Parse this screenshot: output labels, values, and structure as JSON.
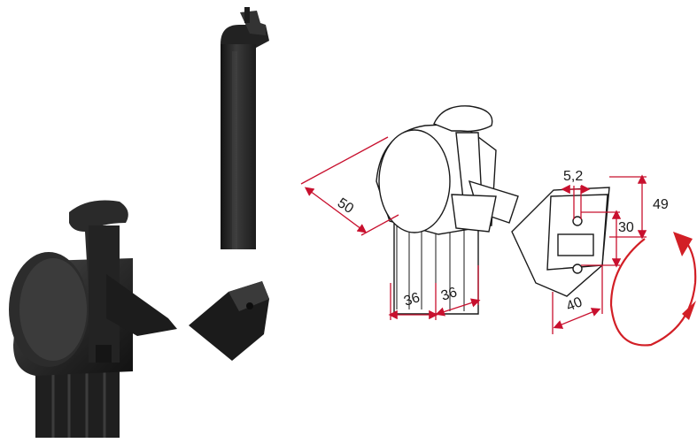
{
  "dimensions": {
    "depth": "50",
    "width_left": "36",
    "width_right": "36",
    "hole": "5,2",
    "hole_spacing": "30",
    "plate_height": "49",
    "plate_width": "40"
  },
  "colors": {
    "plastic": "#2b2b2b",
    "line": "#1a1a1a",
    "dimension_line": "#c8102e",
    "rotation_arrow": "#d21f26"
  }
}
